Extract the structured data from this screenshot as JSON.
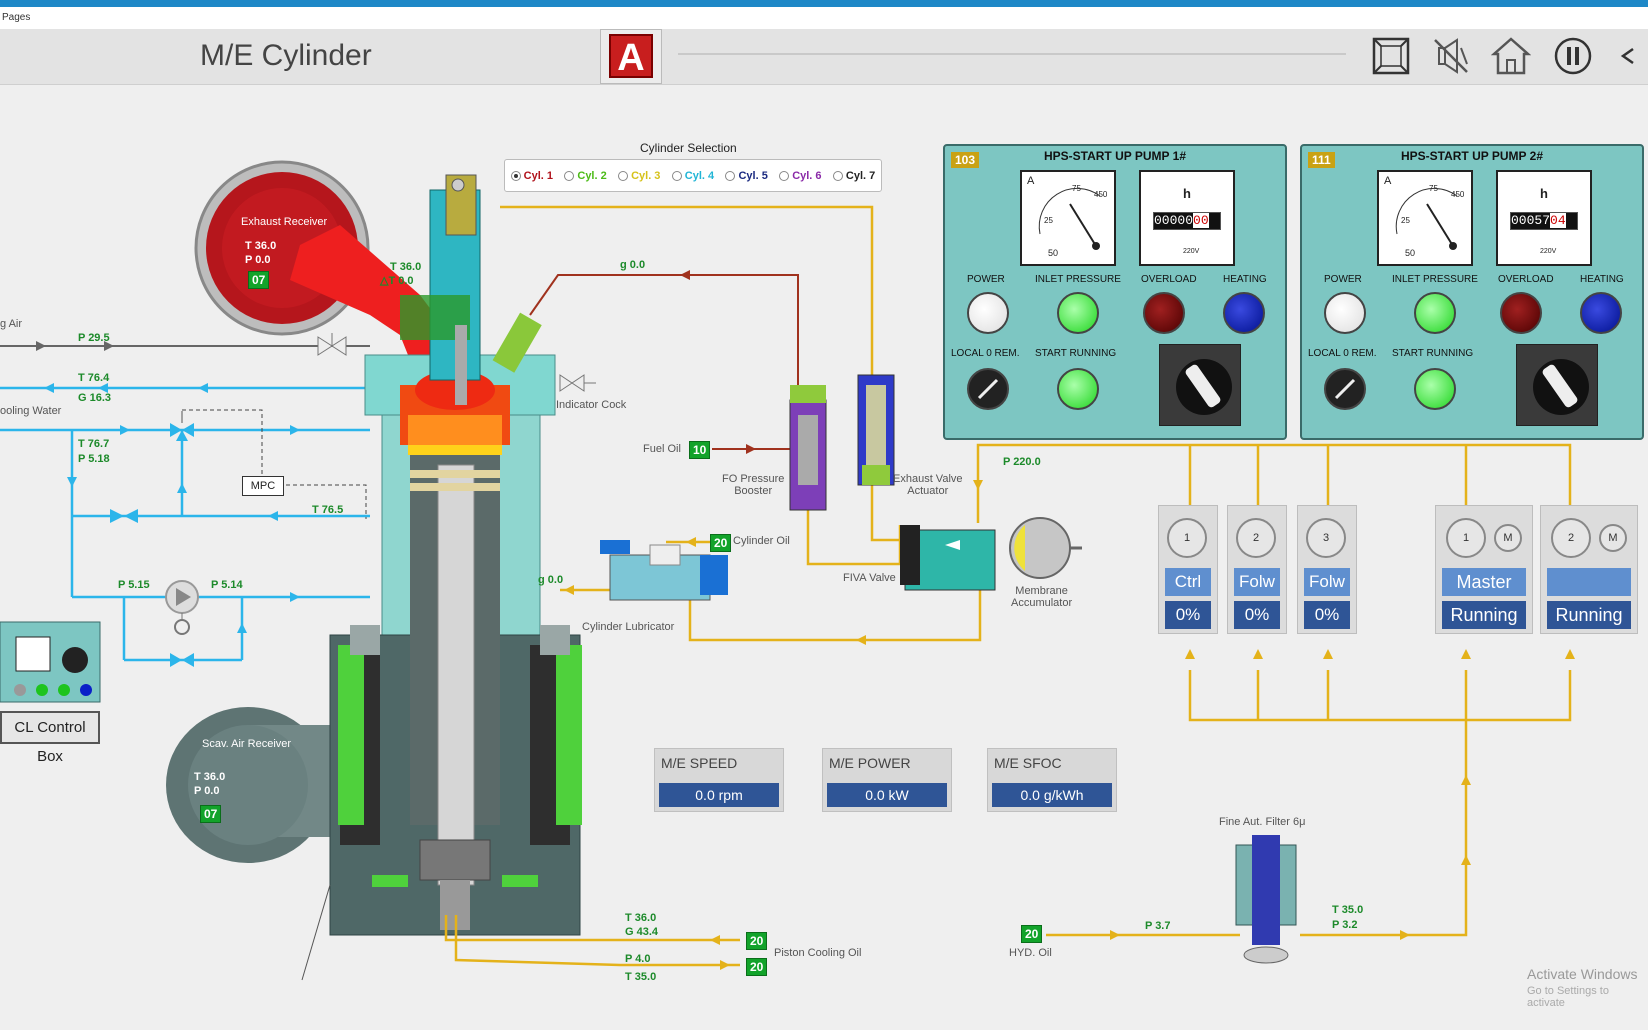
{
  "app": {
    "breadcrumb": "Pages",
    "title": "M/E Cylinder"
  },
  "header": {
    "alarm_label": "A",
    "icons": [
      "fullscreen-icon",
      "mute-icon",
      "home-icon",
      "pause-icon",
      "back-icon"
    ]
  },
  "cylinder_selection": {
    "title": "Cylinder Selection",
    "options": [
      {
        "label": "Cyl. 1",
        "color": "#b0121b",
        "selected": true
      },
      {
        "label": "Cyl. 2",
        "color": "#4cbb17",
        "selected": false
      },
      {
        "label": "Cyl. 3",
        "color": "#d6c21a",
        "selected": false
      },
      {
        "label": "Cyl. 4",
        "color": "#21b5d6",
        "selected": false
      },
      {
        "label": "Cyl. 5",
        "color": "#1a2a80",
        "selected": false
      },
      {
        "label": "Cyl. 6",
        "color": "#8a2aa8",
        "selected": false
      },
      {
        "label": "Cyl. 7",
        "color": "#222222",
        "selected": false
      }
    ]
  },
  "exhaust_receiver": {
    "label": "Exhaust Receiver",
    "t": "T 36.0",
    "p": "P 0.0",
    "badge": "07"
  },
  "scav_receiver": {
    "label": "Scav. Air Receiver",
    "t": "T 36.0",
    "p": "P 0.0",
    "badge": "07"
  },
  "left_lines": {
    "start_air_label": "g Air",
    "start_air_p": "P 29.5",
    "cooling_label": "ooling Water",
    "t_out": "T 76.4",
    "g_out": "G 16.3",
    "t_in": "T 76.7",
    "p_in": "P 5.18",
    "t_mpc": "T 76.5",
    "mpc": "MPC",
    "p_pump_in": "P 5.15",
    "p_pump_out": "P 5.14"
  },
  "cyl_head": {
    "t": "T 36.0",
    "dt": "△T 0.0"
  },
  "indicator_cock": "Indicator Cock",
  "fuel": {
    "g": "g 0.0",
    "label": "Fuel Oil",
    "badge": "10",
    "booster": "FO Pressure\nBooster",
    "actuator": "Exhaust Valve\nActuator",
    "fiva": "FIVA Valve",
    "accumulator": "Membrane\nAccumulator",
    "p_hyd": "P 220.0"
  },
  "lubricator": {
    "label": "Cylinder Lubricator",
    "oil_label": "Cylinder Oil",
    "badge": "20",
    "g": "g 0.0"
  },
  "control_box": {
    "label": "CL Control Box"
  },
  "piston_cooling": {
    "t": "T 36.0",
    "g": "G 43.4",
    "p": "P 4.0",
    "t2": "T 35.0",
    "badge1": "20",
    "badge2": "20",
    "label": "Piston Cooling Oil"
  },
  "hyd_oil": {
    "badge": "20",
    "label": "HYD. Oil",
    "p": "P 3.7",
    "filter": "Fine Aut. Filter 6μ",
    "t_out": "T 35.0",
    "p_out": "P 3.2"
  },
  "pumps": [
    {
      "id": "103",
      "title": "HPS-START UP PUMP 1#",
      "hours_main": "00000",
      "hours_frac": "00",
      "voltage": "220V",
      "labels": {
        "power": "POWER",
        "inlet": "INLET PRESSURE",
        "overload": "OVERLOAD",
        "heating": "HEATING",
        "local": "LOCAL 0 REM.",
        "start": "START RUNNING"
      }
    },
    {
      "id": "111",
      "title": "HPS-START UP PUMP 2#",
      "hours_main": "00057",
      "hours_frac": "04",
      "voltage": "220V",
      "labels": {
        "power": "POWER",
        "inlet": "INLET PRESSURE",
        "overload": "OVERLOAD",
        "heating": "HEATING",
        "local": "LOCAL 0 REM.",
        "start": "START RUNNING"
      }
    }
  ],
  "gauge_labels": {
    "a": "A",
    "h": "h",
    "scale": "50",
    "v450": "450",
    "v75": "75",
    "v25": "25"
  },
  "control_units": [
    {
      "num": "1",
      "mode": "Ctrl",
      "value": "0%"
    },
    {
      "num": "2",
      "mode": "Folw",
      "value": "0%"
    },
    {
      "num": "3",
      "mode": "Folw",
      "value": "0%"
    }
  ],
  "motor_units": [
    {
      "num": "1",
      "m": "M",
      "mode": "Master",
      "status": "Running"
    },
    {
      "num": "2",
      "m": "M",
      "mode": "",
      "status": "Running"
    }
  ],
  "metrics": [
    {
      "title": "M/E SPEED",
      "value": "0.0 rpm"
    },
    {
      "title": "M/E POWER",
      "value": "0.0 kW"
    },
    {
      "title": "M/E SFOC",
      "value": "0.0 g/kWh"
    }
  ],
  "watermark": {
    "line1": "Activate Windows",
    "line2": "Go to Settings to activate"
  }
}
